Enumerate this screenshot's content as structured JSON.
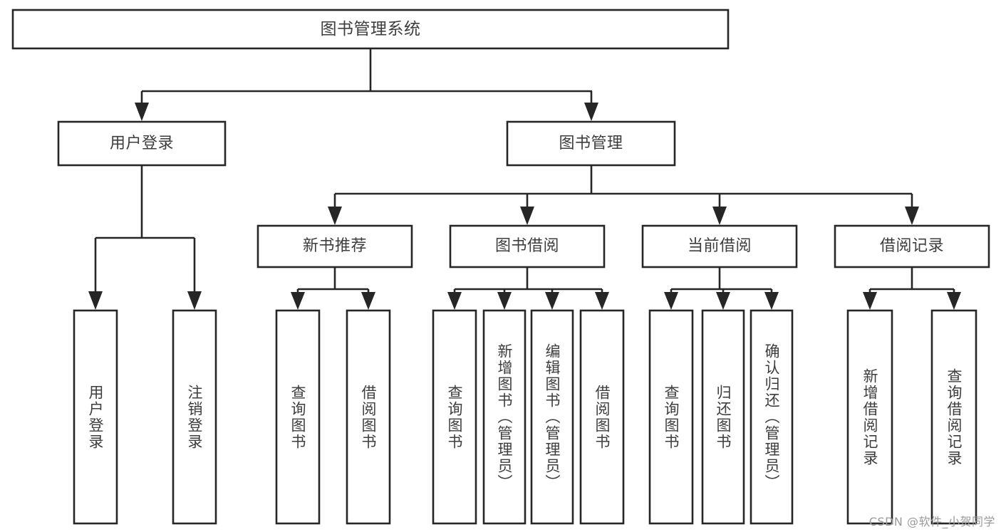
{
  "diagram": {
    "type": "tree",
    "title": "图书管理系统",
    "watermark": "CSDN @软件_小贺同学",
    "colors": {
      "stroke": "#262626",
      "box_fill": "#ffffff",
      "text": "#3d3d3d",
      "background": "#ffffff",
      "watermark": "#9a9a9a"
    },
    "root": {
      "label": "图书管理系统"
    },
    "level2": [
      {
        "label": "用户登录"
      },
      {
        "label": "图书管理"
      }
    ],
    "level3": [
      {
        "label": "新书推荐"
      },
      {
        "label": "图书借阅"
      },
      {
        "label": "当前借阅"
      },
      {
        "label": "借阅记录"
      }
    ],
    "leaves": {
      "user_login": [
        {
          "label": "用户登录"
        },
        {
          "label": "注销登录"
        }
      ],
      "new_book_recommend": [
        {
          "label": "查询图书"
        },
        {
          "label": "借阅图书"
        }
      ],
      "book_borrow": [
        {
          "label": "查询图书"
        },
        {
          "label": "新增图书（管理员）"
        },
        {
          "label": "编辑图书（管理员）"
        },
        {
          "label": "借阅图书"
        }
      ],
      "current_borrow": [
        {
          "label": "查询图书"
        },
        {
          "label": "归还图书"
        },
        {
          "label": "确认归还（管理员）"
        }
      ],
      "borrow_records": [
        {
          "label": "新增借阅记录"
        },
        {
          "label": "查询借阅记录"
        }
      ]
    }
  }
}
